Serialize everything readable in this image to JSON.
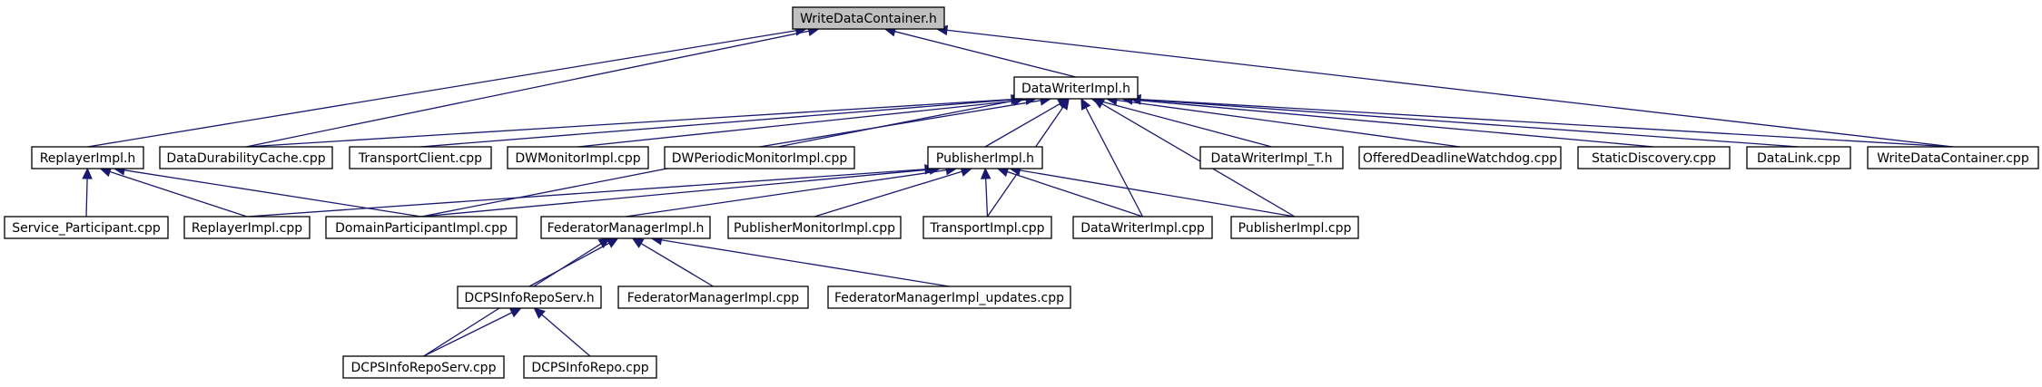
{
  "diagram": {
    "type": "include-dependency-graph",
    "edge_color": "#191970",
    "root_fill": "#c0c0c0",
    "nodes": [
      {
        "id": "root",
        "label": "WriteDataContainer.h",
        "root": true
      },
      {
        "id": "dwi_h",
        "label": "DataWriterImpl.h"
      },
      {
        "id": "rep_h",
        "label": "ReplayerImpl.h"
      },
      {
        "id": "ddc_cpp",
        "label": "DataDurabilityCache.cpp"
      },
      {
        "id": "tc_cpp",
        "label": "TransportClient.cpp"
      },
      {
        "id": "dwm_cpp",
        "label": "DWMonitorImpl.cpp"
      },
      {
        "id": "dwp_cpp",
        "label": "DWPeriodicMonitorImpl.cpp"
      },
      {
        "id": "pub_h",
        "label": "PublisherImpl.h"
      },
      {
        "id": "dwit_h",
        "label": "DataWriterImpl_T.h"
      },
      {
        "id": "odw_cpp",
        "label": "OfferedDeadlineWatchdog.cpp"
      },
      {
        "id": "sd_cpp",
        "label": "StaticDiscovery.cpp"
      },
      {
        "id": "dl_cpp",
        "label": "DataLink.cpp"
      },
      {
        "id": "wdc_cpp",
        "label": "WriteDataContainer.cpp"
      },
      {
        "id": "sp_cpp",
        "label": "Service_Participant.cpp"
      },
      {
        "id": "rep_cpp",
        "label": "ReplayerImpl.cpp"
      },
      {
        "id": "dpi_cpp",
        "label": "DomainParticipantImpl.cpp"
      },
      {
        "id": "fmi_h",
        "label": "FederatorManagerImpl.h"
      },
      {
        "id": "pmi_cpp",
        "label": "PublisherMonitorImpl.cpp"
      },
      {
        "id": "ti_cpp",
        "label": "TransportImpl.cpp"
      },
      {
        "id": "dwi_cpp",
        "label": "DataWriterImpl.cpp"
      },
      {
        "id": "pub_cpp",
        "label": "PublisherImpl.cpp"
      },
      {
        "id": "irs_h",
        "label": "DCPSInfoRepoServ.h"
      },
      {
        "id": "fmi_cpp",
        "label": "FederatorManagerImpl.cpp"
      },
      {
        "id": "fmiu_cpp",
        "label": "FederatorManagerImpl_updates.cpp"
      },
      {
        "id": "irs_cpp",
        "label": "DCPSInfoRepoServ.cpp"
      },
      {
        "id": "ir_cpp",
        "label": "DCPSInfoRepo.cpp"
      }
    ],
    "edges": [
      {
        "from": "root",
        "to": "dwi_h"
      },
      {
        "from": "root",
        "to": "rep_h"
      },
      {
        "from": "root",
        "to": "ddc_cpp"
      },
      {
        "from": "root",
        "to": "wdc_cpp"
      },
      {
        "from": "dwi_h",
        "to": "ddc_cpp"
      },
      {
        "from": "dwi_h",
        "to": "tc_cpp"
      },
      {
        "from": "dwi_h",
        "to": "dwm_cpp"
      },
      {
        "from": "dwi_h",
        "to": "dwp_cpp"
      },
      {
        "from": "dwi_h",
        "to": "pub_h"
      },
      {
        "from": "dwi_h",
        "to": "dwit_h"
      },
      {
        "from": "dwi_h",
        "to": "odw_cpp"
      },
      {
        "from": "dwi_h",
        "to": "sd_cpp"
      },
      {
        "from": "dwi_h",
        "to": "dl_cpp"
      },
      {
        "from": "dwi_h",
        "to": "wdc_cpp"
      },
      {
        "from": "dwi_h",
        "to": "dpi_cpp"
      },
      {
        "from": "dwi_h",
        "to": "ti_cpp"
      },
      {
        "from": "dwi_h",
        "to": "dwi_cpp"
      },
      {
        "from": "dwi_h",
        "to": "pub_cpp"
      },
      {
        "from": "rep_h",
        "to": "sp_cpp"
      },
      {
        "from": "rep_h",
        "to": "rep_cpp"
      },
      {
        "from": "rep_h",
        "to": "dpi_cpp"
      },
      {
        "from": "pub_h",
        "to": "rep_cpp"
      },
      {
        "from": "pub_h",
        "to": "dpi_cpp"
      },
      {
        "from": "pub_h",
        "to": "fmi_h"
      },
      {
        "from": "pub_h",
        "to": "pmi_cpp"
      },
      {
        "from": "pub_h",
        "to": "ti_cpp"
      },
      {
        "from": "pub_h",
        "to": "dwi_cpp"
      },
      {
        "from": "pub_h",
        "to": "pub_cpp"
      },
      {
        "from": "fmi_h",
        "to": "irs_h"
      },
      {
        "from": "fmi_h",
        "to": "fmi_cpp"
      },
      {
        "from": "fmi_h",
        "to": "fmiu_cpp"
      },
      {
        "from": "fmi_h",
        "to": "irs_cpp"
      },
      {
        "from": "irs_h",
        "to": "irs_cpp"
      },
      {
        "from": "irs_h",
        "to": "ir_cpp"
      }
    ]
  }
}
